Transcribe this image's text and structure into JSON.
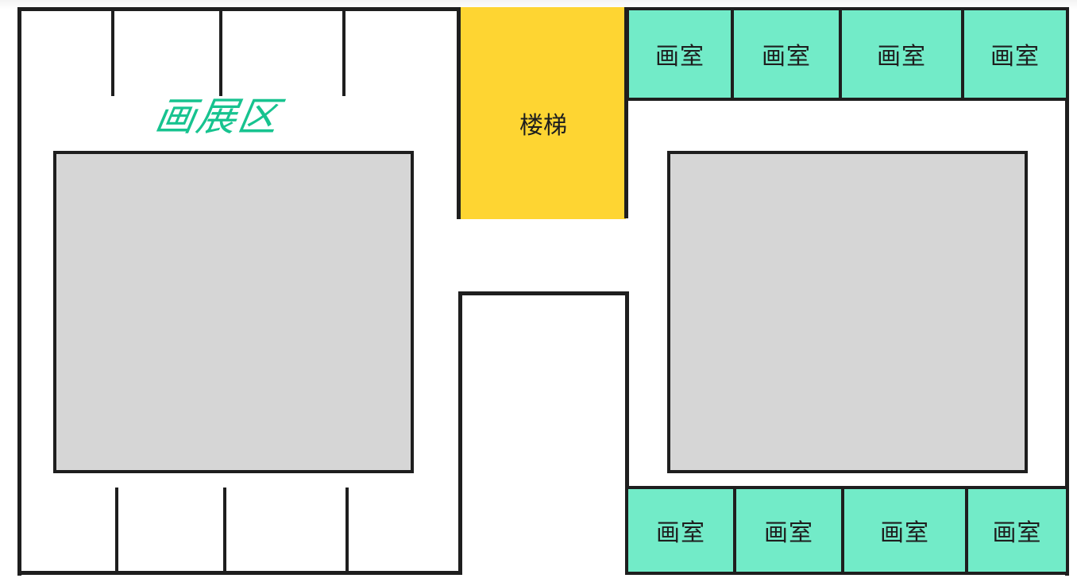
{
  "floor_plan": {
    "title": "",
    "colors": {
      "wall": "#1e1e1e",
      "background": "#ffffff",
      "display_block": "#d6d6d6",
      "studio": "#72ebc8",
      "stairs": "#fed532",
      "zone_label": "#17c38f"
    },
    "gallery_zone": {
      "label": "画展区"
    },
    "stairs": {
      "label": "楼梯"
    },
    "studios_top": [
      {
        "label": "画室"
      },
      {
        "label": "画室"
      },
      {
        "label": "画室"
      },
      {
        "label": "画室"
      }
    ],
    "studios_bottom": [
      {
        "label": "画室"
      },
      {
        "label": "画室"
      },
      {
        "label": "画室"
      },
      {
        "label": "画室"
      }
    ]
  }
}
